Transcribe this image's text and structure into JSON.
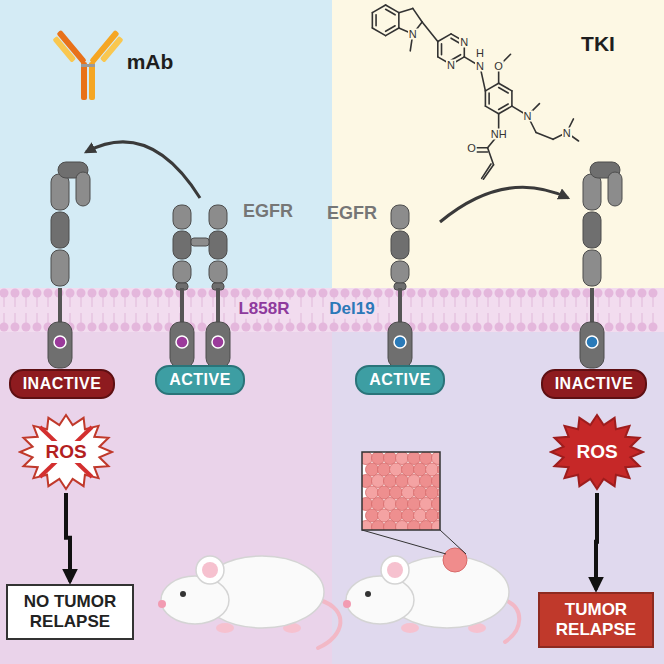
{
  "diagram": {
    "nodes": [
      {
        "text": [
          "INACTIVE"
        ]
      },
      {
        "text": [
          "ACTIVE"
        ]
      },
      {
        "text": [
          "ACTIVE"
        ]
      },
      {
        "text": [
          "INACTIVE"
        ]
      },
      {
        "text": [
          "ROS"
        ]
      },
      {
        "text": [
          "ROS"
        ]
      },
      {
        "text": [
          "NO TUMOR RELAPSE"
        ]
      },
      {
        "text": [
          "TUMOR RELAPSE"
        ]
      }
    ],
    "edges": [
      {
        "from": 4,
        "to": 6,
        "arrow": "to"
      },
      {
        "from": 5,
        "to": 7,
        "arrow": "to"
      }
    ],
    "labels": [
      "mAb",
      "TKI",
      "N",
      "N",
      "N",
      "H",
      "N",
      "O",
      "N",
      "N",
      "NH",
      "O",
      "EGFR",
      "EGFR",
      "L858R",
      "Del19"
    ]
  }
}
